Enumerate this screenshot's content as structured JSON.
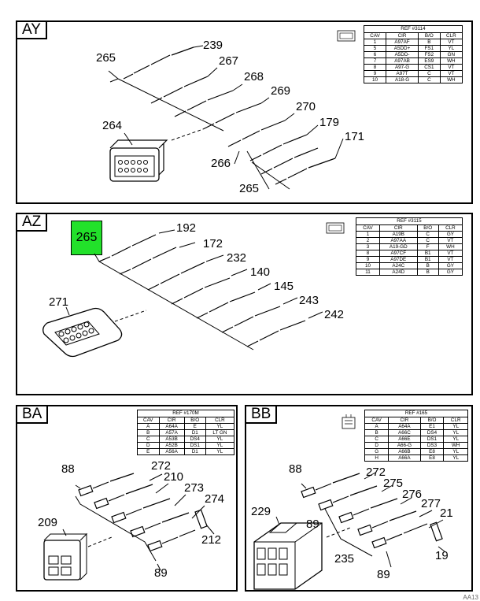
{
  "panels": {
    "AY": {
      "tag": "AY",
      "ref_title": "REF #3114",
      "headers": [
        "CAV",
        "CIR",
        "B/O",
        "CLR"
      ],
      "rows": [
        [
          "1",
          "A97AF",
          "B",
          "VT"
        ],
        [
          "5",
          "A5DD+",
          "FS1",
          "YL"
        ],
        [
          "6",
          "A5DD-",
          "FS2",
          "GN"
        ],
        [
          "7",
          "A97AB",
          "ES9",
          "WH"
        ],
        [
          "8",
          "A97-G",
          "CS1",
          "VT"
        ],
        [
          "9",
          "A97T",
          "C",
          "VT"
        ],
        [
          "10",
          "A18-G",
          "C",
          "WH"
        ]
      ],
      "callouts": {
        "c239": "239",
        "c267": "267",
        "c268": "268",
        "c269": "269",
        "c270": "270",
        "c179": "179",
        "c171": "171",
        "c265a": "265",
        "c265b": "265",
        "c264": "264",
        "c266": "266"
      }
    },
    "AZ": {
      "tag": "AZ",
      "ref_title": "REF #3115",
      "headers": [
        "CAV",
        "CIR",
        "B/O",
        "CLR"
      ],
      "rows": [
        [
          "1",
          "A19B",
          "C",
          "GY"
        ],
        [
          "2",
          "A97AA",
          "C",
          "VT"
        ],
        [
          "3",
          "A19-GD",
          "F",
          "WH"
        ],
        [
          "8",
          "A97CF",
          "B1",
          "VT"
        ],
        [
          "9",
          "A97DE",
          "B1",
          "VT"
        ],
        [
          "10",
          "A24C",
          "B",
          "GY"
        ],
        [
          "11",
          "A24D",
          "B",
          "GY"
        ]
      ],
      "highlight_label": "265",
      "highlight_color": "#22e12a",
      "callouts": {
        "c192": "192",
        "c172": "172",
        "c232": "232",
        "c140": "140",
        "c145": "145",
        "c243": "243",
        "c242": "242",
        "c271": "271"
      }
    },
    "BA": {
      "tag": "BA",
      "ref_title": "REF #170M",
      "headers": [
        "CAV",
        "CIR",
        "B/O",
        "CLR"
      ],
      "rows": [
        [
          "A",
          "A64A",
          "E",
          "YL"
        ],
        [
          "B",
          "A57A",
          "D1",
          "LT GN"
        ],
        [
          "C",
          "A53B",
          "DS4",
          "YL"
        ],
        [
          "D",
          "A52B",
          "DS1",
          "YL"
        ],
        [
          "E",
          "A56A",
          "D1",
          "YL"
        ]
      ],
      "callouts": {
        "c88": "88",
        "c272": "272",
        "c210": "210",
        "c273": "273",
        "c274": "274",
        "c212": "212",
        "c209": "209",
        "c89": "89"
      }
    },
    "BB": {
      "tag": "BB",
      "ref_title": "REF #165",
      "headers": [
        "CAV",
        "CIR",
        "B/O",
        "CLR"
      ],
      "rows": [
        [
          "A",
          "A64A",
          "E1",
          "YL"
        ],
        [
          "B",
          "A66C",
          "DS4",
          "YL"
        ],
        [
          "C",
          "A66E",
          "DS1",
          "YL"
        ],
        [
          "D",
          "A66-G",
          "DS3",
          "WH"
        ],
        [
          "G",
          "A66B",
          "E8",
          "YL"
        ],
        [
          "H",
          "A66A",
          "E8",
          "YL"
        ]
      ],
      "callouts": {
        "c88": "88",
        "c272": "272",
        "c275": "275",
        "c276": "276",
        "c277": "277",
        "c21": "21",
        "c19": "19",
        "c229": "229",
        "c89a": "89",
        "c235": "235",
        "c89b": "89"
      }
    }
  },
  "corner_text": "AA13"
}
